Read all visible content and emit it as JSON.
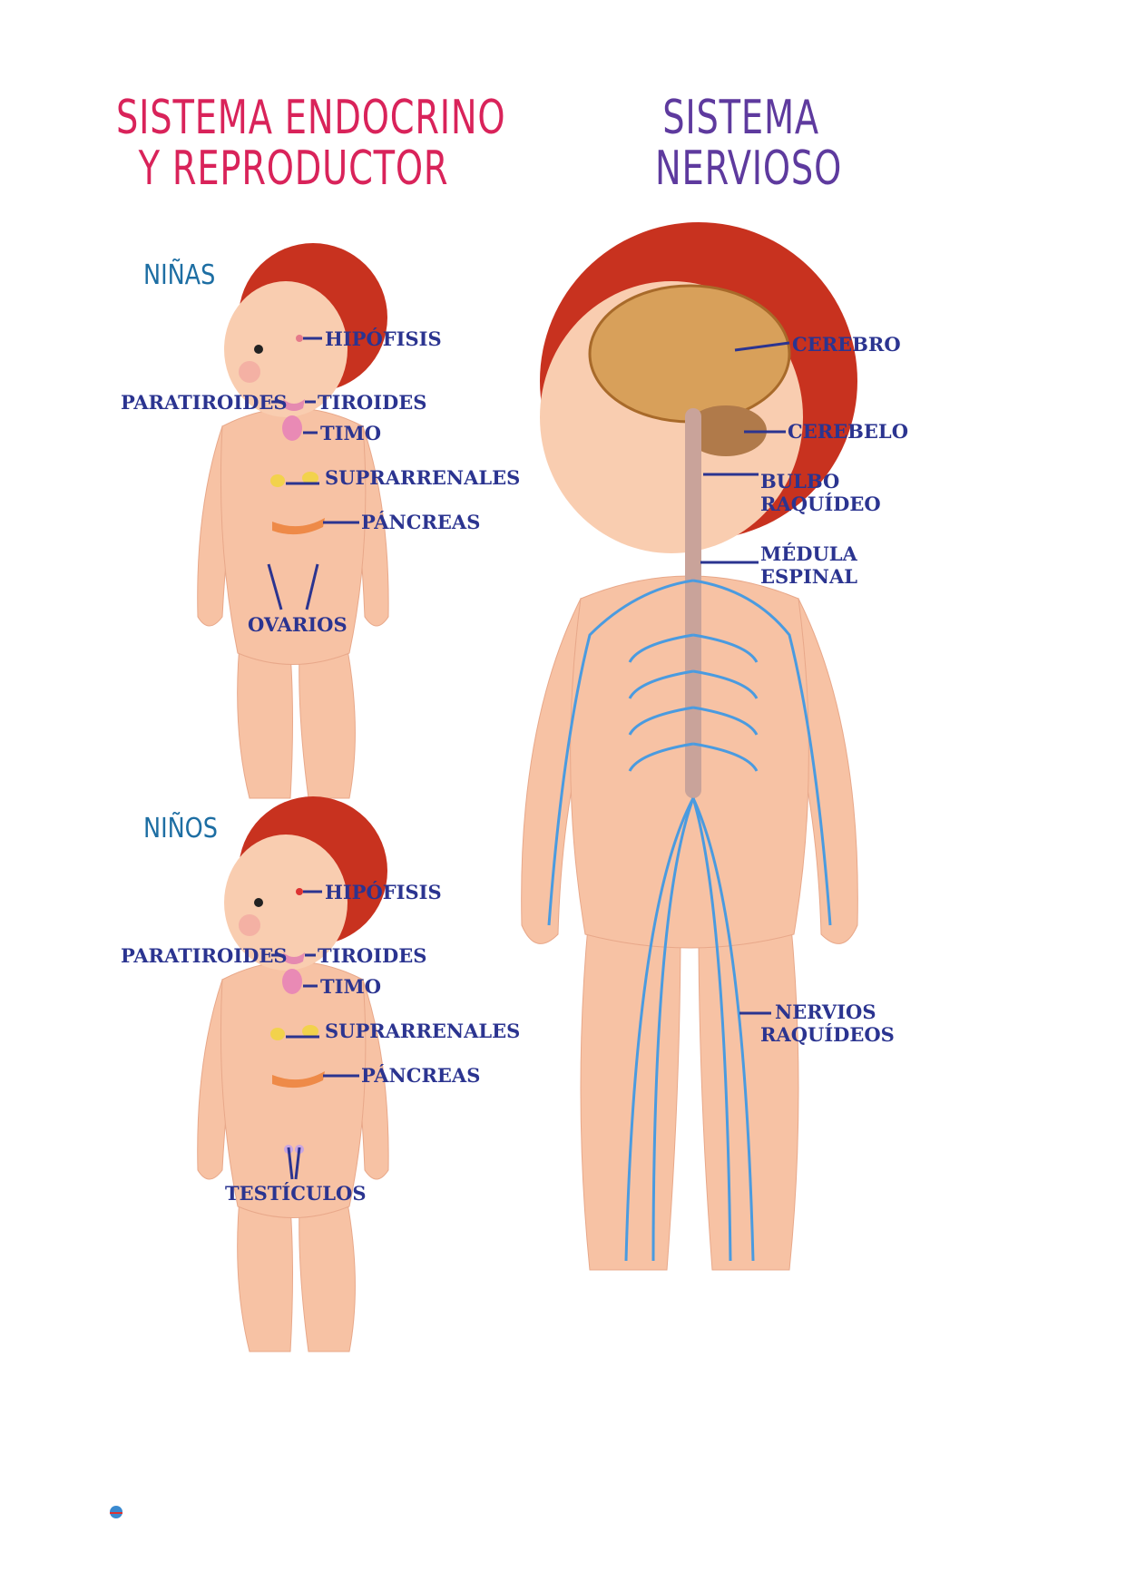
{
  "titles": {
    "endocrine_line1": "SISTEMA ENDOCRINO",
    "endocrine_line2": "Y REPRODUCTOR",
    "nervous_line1": "SISTEMA",
    "nervous_line2": "NERVIOSO"
  },
  "girls": {
    "heading": "NIÑAS",
    "labels": {
      "hipofisis": "HIPÓFISIS",
      "paratiroides": "PARATIROIDES",
      "tiroides": "TIROIDES",
      "timo": "TIMO",
      "suprarrenales": "SUPRARRENALES",
      "pancreas": "PÁNCREAS",
      "ovarios": "OVARIOS"
    }
  },
  "boys": {
    "heading": "NIÑOS",
    "labels": {
      "hipofisis": "HIPÓFISIS",
      "paratiroides": "PARATIROIDES",
      "tiroides": "TIROIDES",
      "timo": "TIMO",
      "suprarrenales": "SUPRARRENALES",
      "pancreas": "PÁNCREAS",
      "testiculos": "TESTÍCULOS"
    }
  },
  "nervous": {
    "labels": {
      "cerebro": "CEREBRO",
      "cerebelo": "CEREBELO",
      "bulbo_1": "BULBO",
      "bulbo_2": "RAQUÍDEO",
      "medula_1": "MÉDULA",
      "medula_2": "ESPINAL",
      "nervios_1": "NERVIOS",
      "nervios_2": "RAQUÍDEOS"
    }
  },
  "colors": {
    "endocrine_title": "#d9235a",
    "nervous_title": "#5e3a9e",
    "label": "#2b3490",
    "skin": "#f7c2a4",
    "hair": "#c8321f",
    "nerve": "#4a9be0"
  }
}
